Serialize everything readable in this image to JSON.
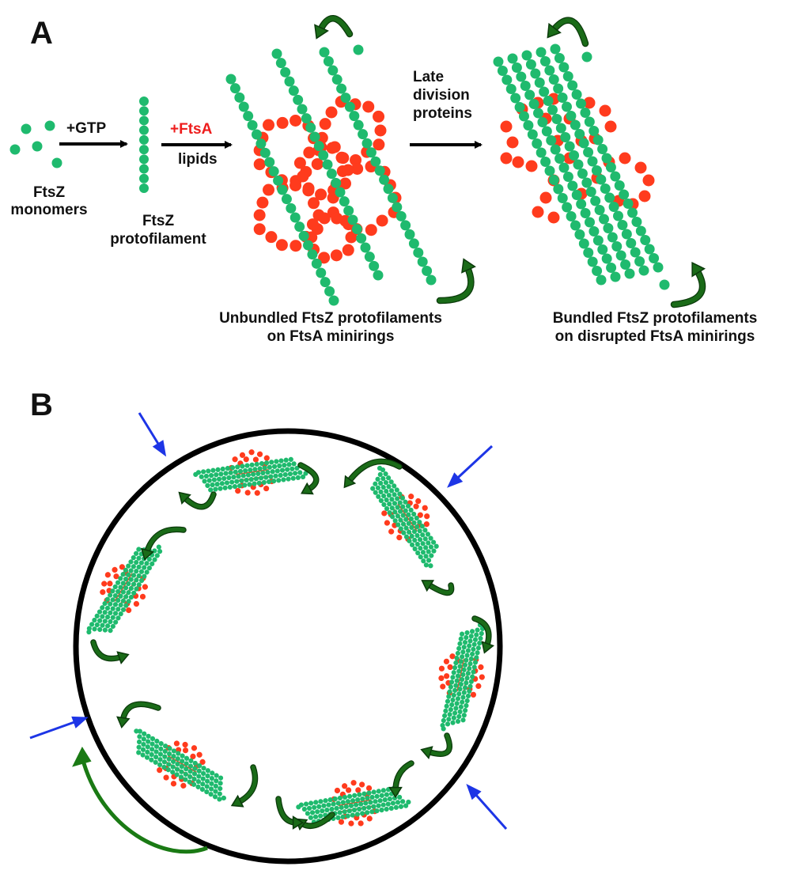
{
  "colors": {
    "ftsz": "#1fba6e",
    "ftsa": "#ff3b1d",
    "turnover_arrow": "#1a6b18",
    "arrow_outline": "#0b3a0b",
    "black": "#000000",
    "blue_arrow": "#1d35e6",
    "ftsa_label": "#ee1d1d"
  },
  "panel_a": {
    "letter": "A",
    "monomers_label": [
      "FtsZ",
      "monomers"
    ],
    "gtp_label": "+GTP",
    "protofilament_label": [
      "FtsZ",
      "protofilament"
    ],
    "ftsa_label": "+FtsA",
    "lipids_label": "lipids",
    "late_label": [
      "Late",
      "division",
      "proteins"
    ],
    "unbundled_caption": [
      "Unbundled FtsZ protofilaments",
      "on FtsA minirings"
    ],
    "bundled_caption": [
      "Bundled FtsZ protofilaments",
      "on disrupted FtsA minirings"
    ]
  },
  "panel_b": {
    "letter": "B",
    "description_icons": [
      "cell-membrane-circle",
      "bundle-on-ftsa-cluster",
      "turnover-arrow",
      "blue-pointer-arrow",
      "treadmilling-direction-arrow"
    ]
  }
}
